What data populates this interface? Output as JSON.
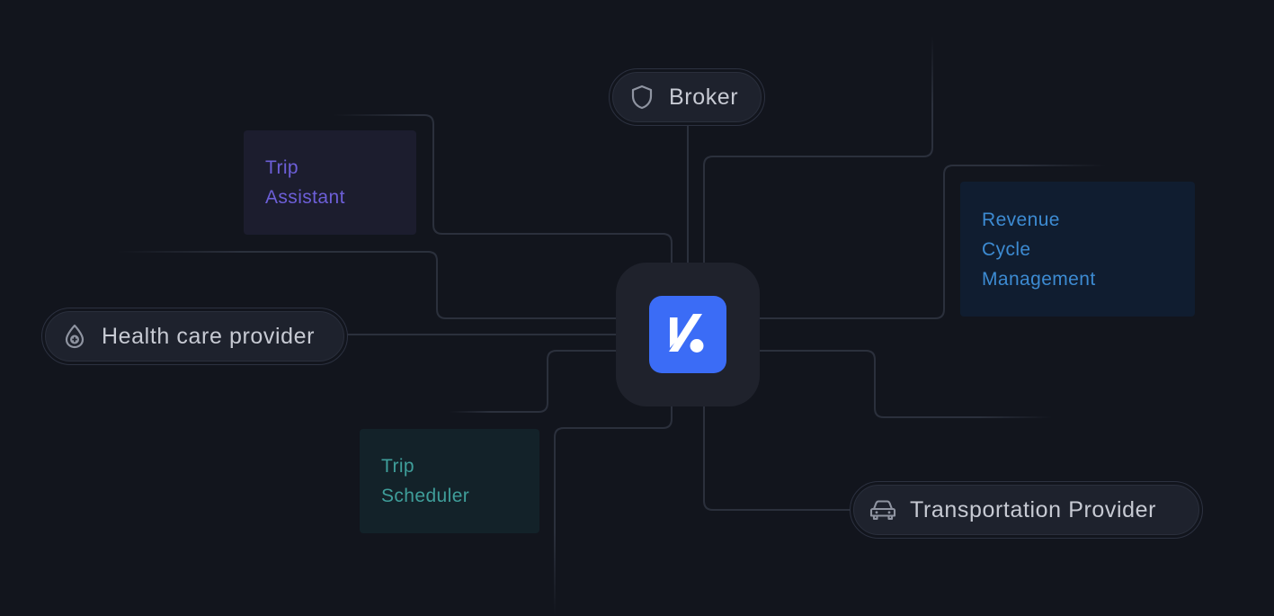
{
  "nodes": {
    "broker": {
      "label": "Broker",
      "icon": "shield-icon"
    },
    "health_care_provider": {
      "label": "Health care provider",
      "icon": "drop-plus-icon"
    },
    "transportation_provider": {
      "label": "Transportation Provider",
      "icon": "car-icon"
    },
    "hub": {
      "icon": "brand-logo"
    }
  },
  "cards": {
    "trip_assistant": {
      "lines": [
        "Trip",
        "Assistant"
      ],
      "color": "#6d5fd8"
    },
    "revenue_cycle_management": {
      "lines": [
        "Revenue",
        "Cycle",
        "Management"
      ],
      "color": "#3d8bd2"
    },
    "trip_scheduler": {
      "lines": [
        "Trip",
        "Scheduler"
      ],
      "color": "#3f9e9a"
    }
  },
  "colors": {
    "background": "#12151d",
    "connector": "#2b303c",
    "accent": "#3b6cf6"
  }
}
